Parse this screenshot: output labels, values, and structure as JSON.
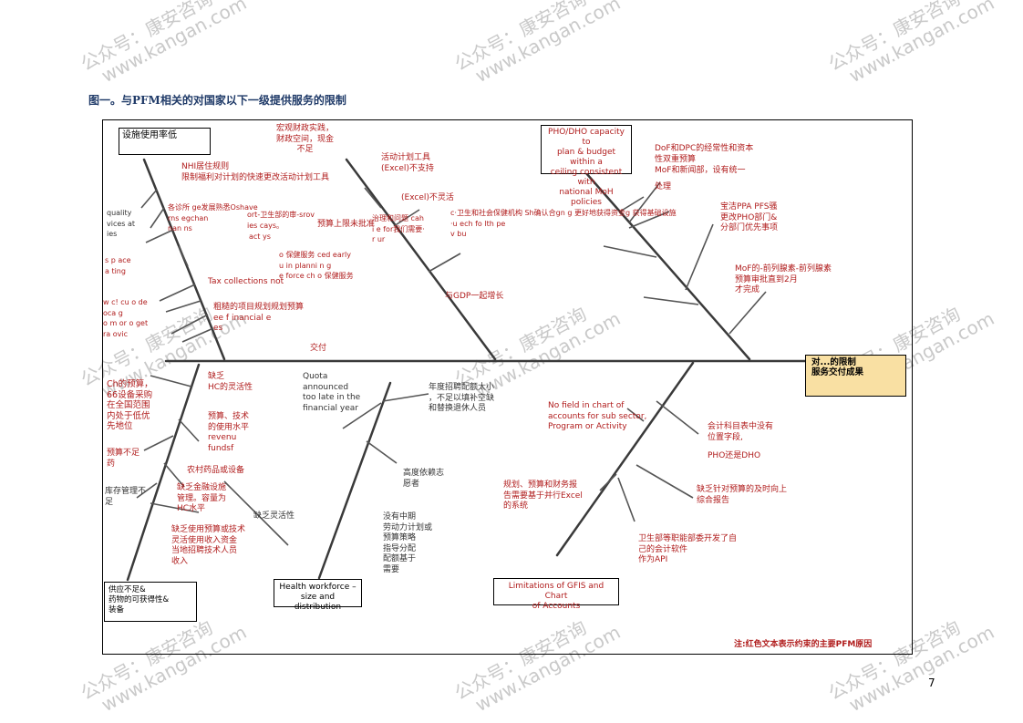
{
  "watermark": {
    "line1": "公众号：康安咨询",
    "line2": "www.kangan.com"
  },
  "figure_title": "图一。与PFM相关的对国家以下一级提供服务的限制",
  "category_boxes": {
    "facility_usage": "设施使用率低",
    "pho_capacity": "PHO/DHO capacity to\nplan & budget within a\nceiling consistent with\nnational MoH policies",
    "supply": "供应不足&\n药物的可获得性&\n      装备",
    "health_workforce": "Health workforce –\nsize and distribution",
    "gfis": "Limitations of GFIS and Chart\nof Accounts"
  },
  "effect": "对...的限制\n服务交付成果",
  "labels": {
    "macro_fiscal": "宏观财政实践，\n财政空间，现金\n不足",
    "nhi_rules": "NHI居住规则\n限制福利对计划的快速更改活动计划工具",
    "activity_tool": "活动计划工具\n(Excel)不支持",
    "excel_inflexible": "(Excel)不灵活",
    "dof_dpc": "DoF和DPC的经常性和资本\n性双重预算",
    "mof_moh": "MoF和新闻部，设有统一",
    "handling": "处理",
    "ppa_pfs": "宝洁PPA PFS骚\n更改PHO部门&\n分部门优先事项",
    "mof_budget": "MoF的-前列腺素-前列腺素\n预算审批直到2月\n才完成",
    "quality": "quality\nvices at\nies",
    "garbled1": "各诊所 ge发展熟悉Oshave\n      rns          egchan\n      nan          ns",
    "garbled2": "ort-卫生部的审-srov\nies         cays。",
    "garbled3": "act         ys",
    "budget_pressure": "预算上限未批准",
    "garbled4": "c·卫生和社会保健机构 Sh确认合gn g 更好地获得资金g 获得基础设施\n·u   ech   fo    lth      pe\nv           bu",
    "garbled5": "治理和问题 cah\n i      e for我们需要·\n r      ur",
    "space": "s p ace\na ting",
    "garbled6": "o 保健服务 ced early\nu       in planni n g\ne       force  ch o 保健服务",
    "tax": "Tax collections not",
    "gdp": "与GDP一起增长",
    "garbled7": "w c!    cu     o de\noca      g\no m     or o get\n          ra ovic",
    "coarse_plan": "粗糙的项目规划规划预算\n         ee f inancial  e\n         es",
    "delivery": "交付",
    "ch_budget": "Ch的预算，\n66设备采购\n在全国范围\n内处于低优\n先地位",
    "lack_hc": "缺乏\nHC的灵活性",
    "budget_tech": "预算、技术\n的使用水平\nrevenu\nfundsf",
    "budget_low": "预算不足\n药",
    "rural_meds": "农村药品或设备",
    "inventory": "库存管理不\n足",
    "lack_finance": "缺乏金融设施\n管理。容量为\nHC水平",
    "lack_flex": "缺乏灵活性",
    "lack_tech": "缺乏使用预算或技术\n灵活使用收入资金\n当地招聘技术人员\n收入",
    "quota": "Quota\nannounced\ntoo late in the\nfinancial year",
    "annual_recruit": "年度招聘配额太小\n，不足以填补空缺\n和替换退休人员",
    "high_dependence": "高度依赖志\n愿者",
    "no_midterm": "没有中期\n劳动力计划或\n预算策略\n指导分配\n配额基于\n需要",
    "no_field": "No field in chart of\naccounts for sub sector,\nProgram or Activity",
    "accounts_no_field": "会计科目表中没有\n位置字段,",
    "pho_dho": "PHO还是DHO",
    "planning_excel": "规划、预算和财务报\n告需要基于并行Excel\n的系统",
    "lack_budget_report": "缺乏针对预算的及时向上\n综合报告",
    "moh_software": "卫生部等职能部委开发了自\n己的会计软件\n作为API"
  },
  "footnote": "注:红色文本表示约束的主要PFM原因",
  "page_number": "7"
}
